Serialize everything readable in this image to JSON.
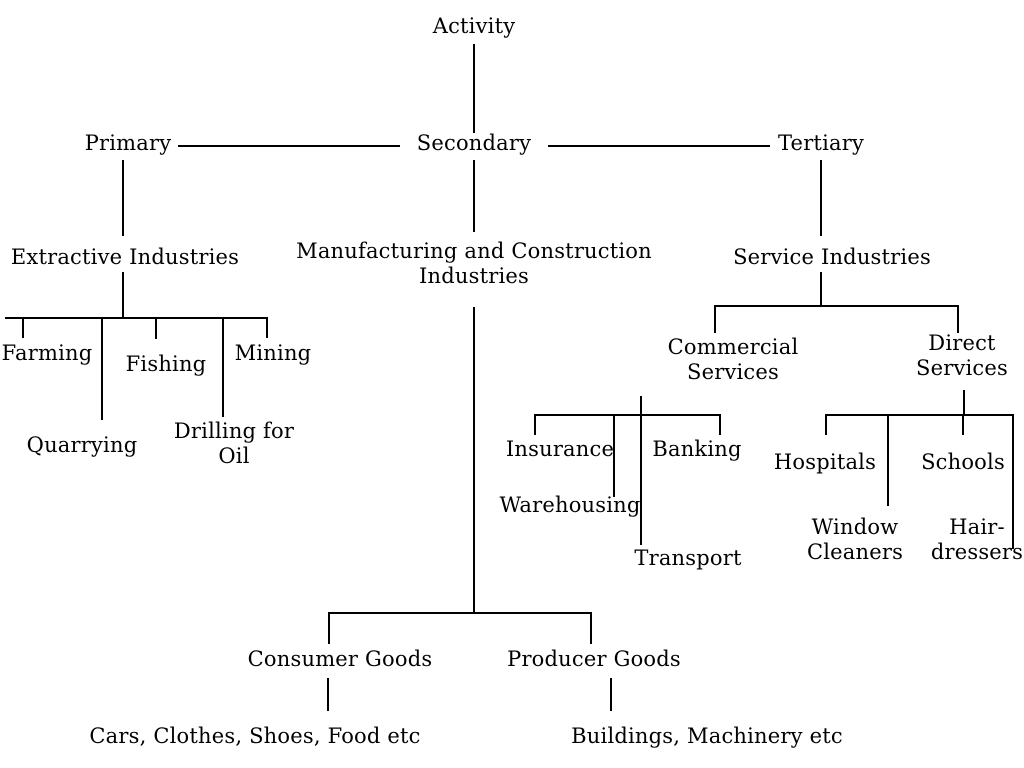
{
  "diagram": {
    "title": "Activity",
    "type": "tree",
    "root": "Activity",
    "levels": {
      "level1": [
        "Primary",
        "Secondary",
        "Tertiary"
      ],
      "level2": [
        "Extractive Industries",
        "Manufacturing and Construction Industries",
        "Service Industries"
      ]
    },
    "nodes": {
      "activity": "Activity",
      "primary": "Primary",
      "secondary": "Secondary",
      "tertiary": "Tertiary",
      "extractive_industries": "Extractive Industries",
      "manufacturing_line1": "Manufacturing and Construction",
      "manufacturing_line2": "Industries",
      "service_industries": "Service Industries",
      "farming": "Farming",
      "quarrying": "Quarrying",
      "fishing": "Fishing",
      "drilling_line1": "Drilling for",
      "drilling_line2": "Oil",
      "mining": "Mining",
      "commercial_line1": "Commercial",
      "commercial_line2": "Services",
      "direct_line1": "Direct",
      "direct_line2": "Services",
      "insurance": "Insurance",
      "warehousing": "Warehousing",
      "transport": "Transport",
      "banking": "Banking",
      "hospitals": "Hospitals",
      "window_line1": "Window",
      "window_line2": "Cleaners",
      "schools": "Schools",
      "hair_line1": "Hair-",
      "hair_line2": "dressers",
      "consumer_goods": "Consumer Goods",
      "producer_goods": "Producer Goods",
      "consumer_examples": "Cars, Clothes, Shoes, Food etc",
      "producer_examples": "Buildings, Machinery etc"
    },
    "colors": {
      "background": "#ffffff",
      "text": "#000000",
      "line": "#000000"
    }
  }
}
